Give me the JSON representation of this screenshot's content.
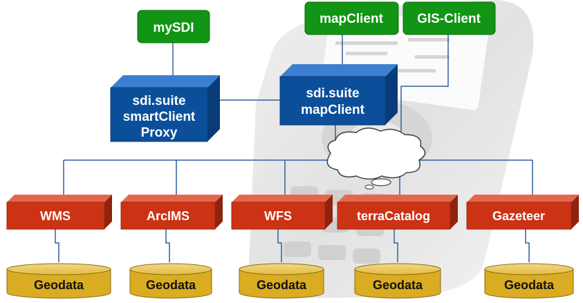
{
  "clients": {
    "mysdi": "mySDI",
    "mapclient": "mapClient",
    "gisclient": "GIS-Client"
  },
  "middleware": {
    "proxy": [
      "sdi.suite",
      "smartClient",
      "Proxy"
    ],
    "mapclient": [
      "sdi.suite",
      "mapClient"
    ]
  },
  "services": [
    "WMS",
    "ArcIMS",
    "WFS",
    "terraCatalog",
    "Gazeteer"
  ],
  "geodata": [
    "Geodata",
    "Geodata",
    "Geodata",
    "Geodata",
    "Geodata"
  ],
  "colors": {
    "client_green": "#129414",
    "middleware_blue": "#0b4f9a",
    "service_red": "#cc3314",
    "geodata_gold": "#d9ac22",
    "connector": "#2f5fa0",
    "text_white": "#ffffff",
    "text_dark": "#111111"
  }
}
